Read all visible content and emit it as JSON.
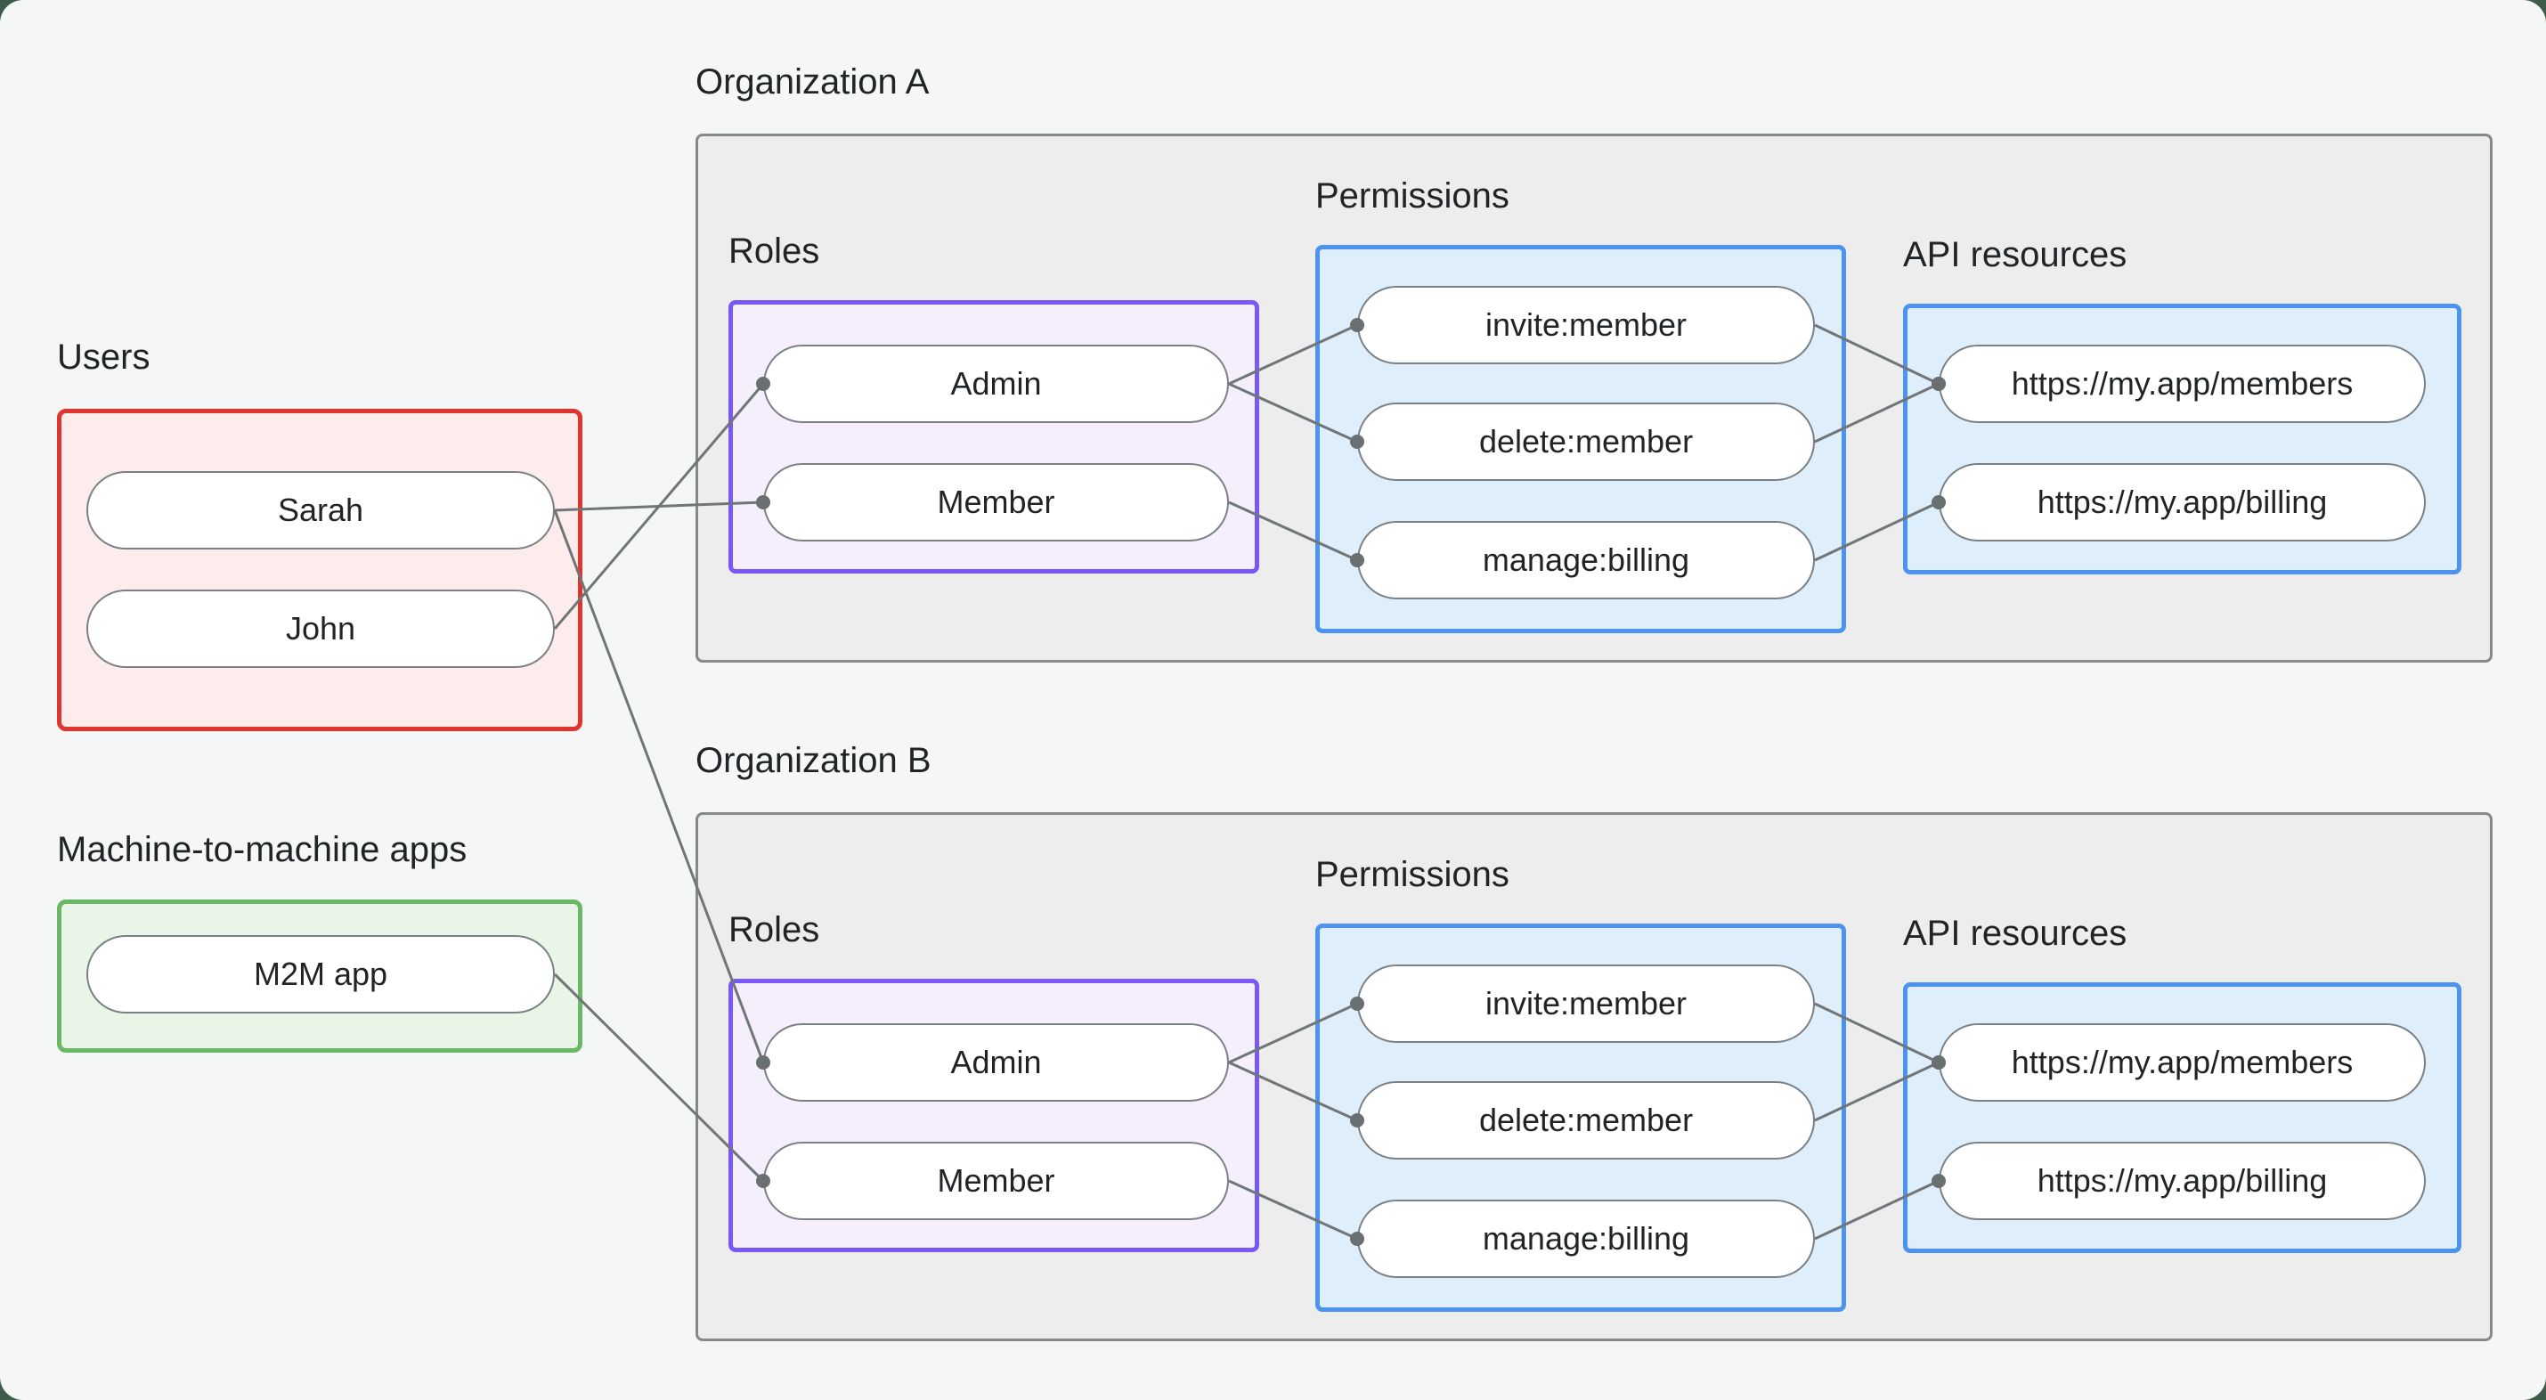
{
  "users": {
    "label": "Users",
    "items": [
      "Sarah",
      "John"
    ]
  },
  "m2m": {
    "label": "Machine-to-machine apps",
    "items": [
      "M2M app"
    ]
  },
  "orgs": [
    {
      "label": "Organization A",
      "roles_label": "Roles",
      "roles": [
        "Admin",
        "Member"
      ],
      "permissions_label": "Permissions",
      "permissions": [
        "invite:member",
        "delete:member",
        "manage:billing"
      ],
      "api_label": "API resources",
      "api_resources": [
        "https://my.app/members",
        "https://my.app/billing"
      ]
    },
    {
      "label": "Organization B",
      "roles_label": "Roles",
      "roles": [
        "Admin",
        "Member"
      ],
      "permissions_label": "Permissions",
      "permissions": [
        "invite:member",
        "delete:member",
        "manage:billing"
      ],
      "api_label": "API resources",
      "api_resources": [
        "https://my.app/members",
        "https://my.app/billing"
      ]
    }
  ],
  "connections": [
    {
      "from": "sarah",
      "to": "orgA.member"
    },
    {
      "from": "john",
      "to": "orgA.admin"
    },
    {
      "from": "sarah",
      "to": "orgB.admin"
    },
    {
      "from": "m2m",
      "to": "orgB.member"
    },
    {
      "from": "orgA.admin",
      "to": "orgA.invite"
    },
    {
      "from": "orgA.admin",
      "to": "orgA.delete"
    },
    {
      "from": "orgA.member",
      "to": "orgA.manage"
    },
    {
      "from": "orgA.invite",
      "to": "orgA.members"
    },
    {
      "from": "orgA.delete",
      "to": "orgA.members"
    },
    {
      "from": "orgA.manage",
      "to": "orgA.billing"
    },
    {
      "from": "orgB.admin",
      "to": "orgB.invite"
    },
    {
      "from": "orgB.admin",
      "to": "orgB.delete"
    },
    {
      "from": "orgB.member",
      "to": "orgB.manage"
    },
    {
      "from": "orgB.invite",
      "to": "orgB.members"
    },
    {
      "from": "orgB.delete",
      "to": "orgB.members"
    },
    {
      "from": "orgB.manage",
      "to": "orgB.billing"
    }
  ],
  "colors": {
    "background": "#f5f7f6",
    "backdrop": "#3c5b48",
    "org_fill": "#ededee",
    "org_border": "#85898c",
    "users_fill": "#fdecec",
    "users_border": "#e0342f",
    "m2m_fill": "#e9f5e7",
    "m2m_border": "#68b865",
    "roles_fill": "#f4eefd",
    "roles_border": "#7a58f6",
    "permissions_fill": "#deeefb",
    "permissions_border": "#4b93ee",
    "pill_fill": "#ffffff",
    "pill_border": "#7b8084",
    "wire": "#707578",
    "dot": "#6a6f72",
    "text": "#212427"
  }
}
